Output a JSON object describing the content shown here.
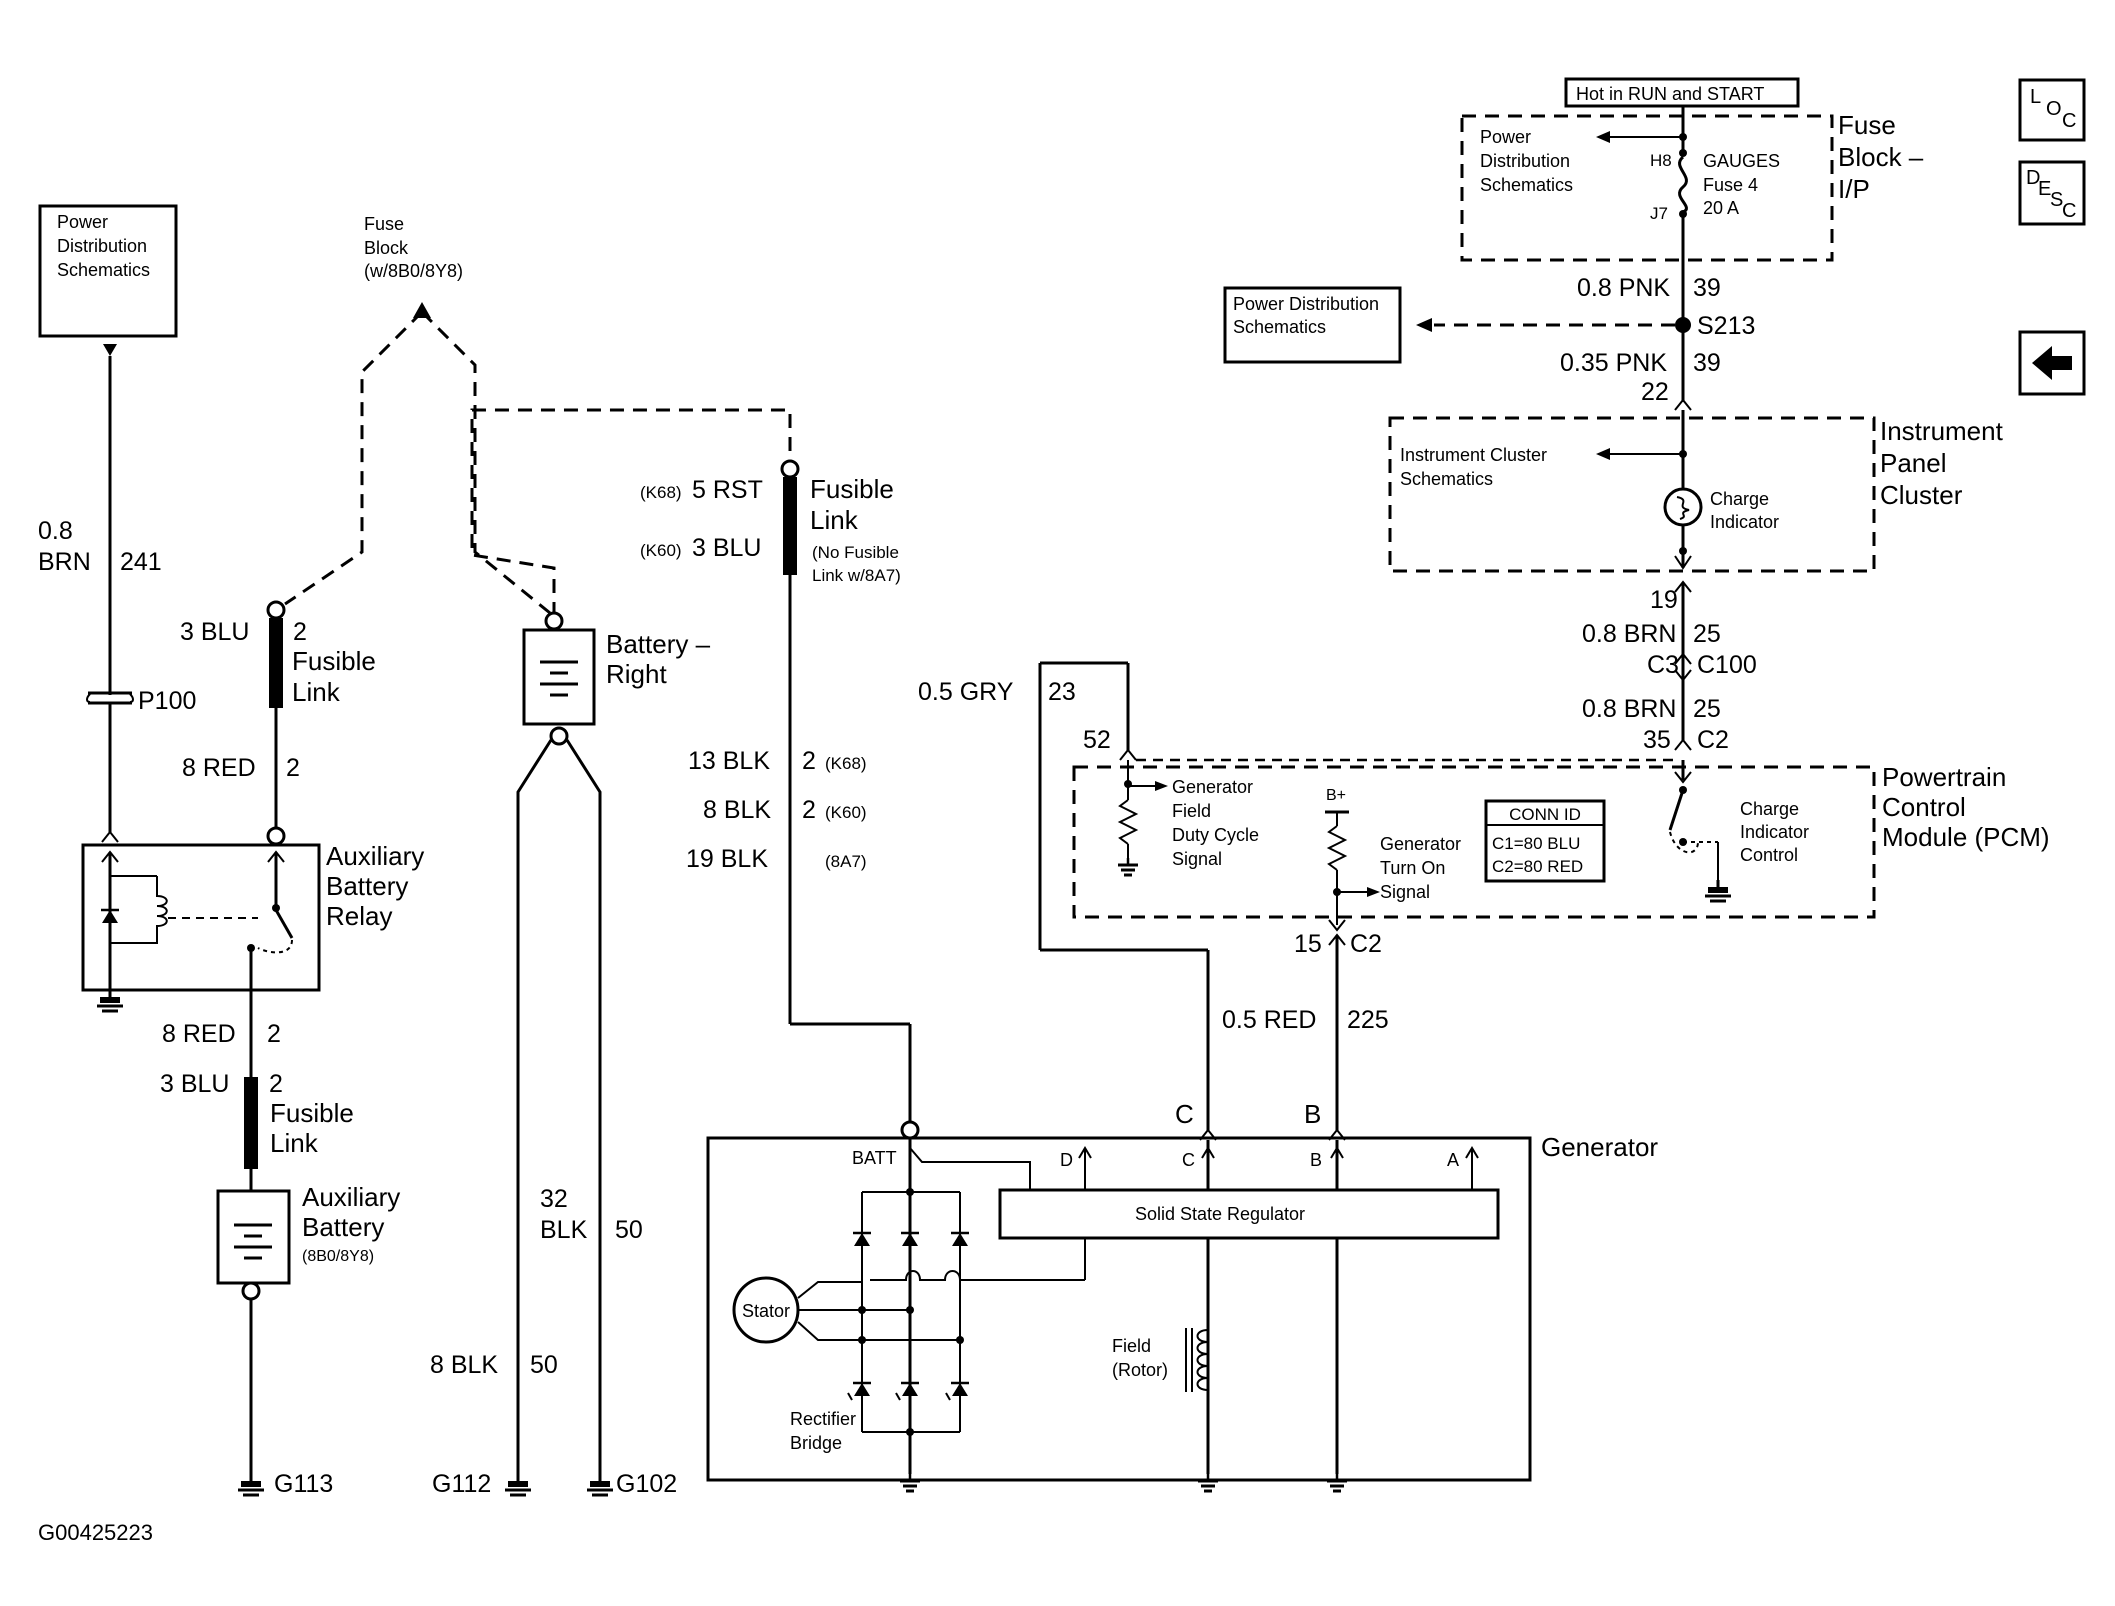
{
  "figure_id": "G00425223",
  "nav": {
    "loc": [
      "L",
      "O",
      "C"
    ],
    "desc": [
      "D",
      "E",
      "S",
      "C"
    ],
    "back_icon": "left-arrow-icon"
  },
  "fuse_block_ip": {
    "hot_label": "Hot in RUN and START",
    "title": [
      "Fuse",
      "Block –",
      "I/P"
    ],
    "pds": [
      "Power",
      "Distribution",
      "Schematics"
    ],
    "pin_top": "H8",
    "pin_bottom": "J7",
    "fuse": [
      "GAUGES",
      "Fuse 4",
      "20 A"
    ]
  },
  "splice": {
    "upper_wire": "0.8 PNK",
    "upper_circuit": "39",
    "name": "S213",
    "pds": [
      "Power Distribution",
      "Schematics"
    ],
    "lower_wire": "0.35 PNK",
    "lower_circuit": "39",
    "cluster_pin": "22"
  },
  "ipc": {
    "title": [
      "Instrument",
      "Panel",
      "Cluster"
    ],
    "schematics": [
      "Instrument Cluster",
      "Schematics"
    ],
    "indicator": [
      "Charge",
      "Indicator"
    ],
    "pin_out": "19",
    "wire1": "0.8 BRN",
    "wire1_circuit": "25",
    "conn": "C3",
    "conn_name": "C100",
    "wire2": "0.8 BRN",
    "wire2_circuit": "25",
    "pcm_pin": "35",
    "pcm_conn": "C2"
  },
  "pcm": {
    "title": [
      "Powertrain",
      "Control",
      "Module (PCM)"
    ],
    "gry_wire": "0.5 GRY",
    "gry_circuit": "23",
    "gry_pin": "52",
    "field_signal": [
      "Generator",
      "Field",
      "Duty Cycle",
      "Signal"
    ],
    "bplus": "B+",
    "turn_on": [
      "Generator",
      "Turn On",
      "Signal"
    ],
    "conn_id": [
      "CONN ID",
      "C1=80 BLU",
      "C2=80 RED"
    ],
    "charge_control": [
      "Charge",
      "Indicator",
      "Control"
    ],
    "out_pin": "15",
    "out_conn": "C2",
    "red_wire": "0.5 RED",
    "red_circuit": "225"
  },
  "left": {
    "pds": [
      "Power",
      "Distribution",
      "Schematics"
    ],
    "brn_wire": [
      "0.8",
      "BRN"
    ],
    "brn_circuit": "241",
    "connector": "P100",
    "fuse_block": [
      "Fuse",
      "Block",
      "(w/8B0/8Y8)"
    ],
    "fl1_wire": "3 BLU",
    "fl1_circuit": "2",
    "fl1_label": [
      "Fusible",
      "Link"
    ],
    "red1_wire": "8 RED",
    "red1_circuit": "2",
    "relay": [
      "Auxiliary",
      "Battery",
      "Relay"
    ],
    "red2_wire": "8 RED",
    "red2_circuit": "2",
    "fl2_wire": "3 BLU",
    "fl2_circuit": "2",
    "fl2_label": [
      "Fusible",
      "Link"
    ],
    "aux_battery": [
      "Auxiliary",
      "Battery",
      "(8B0/8Y8)"
    ],
    "ground": "G113"
  },
  "battery": {
    "name": [
      "Battery –",
      "Right"
    ],
    "blk32": [
      "32",
      "BLK"
    ],
    "blk32_circuit": "50",
    "blk8": "8 BLK",
    "blk8_circuit": "50",
    "ground_left": "G112",
    "ground_right": "G102"
  },
  "center": {
    "rst": "5 RST",
    "rst_opt": "(K68)",
    "blu": "3 BLU",
    "blu_opt": "(K60)",
    "fl_label": [
      "Fusible",
      "Link"
    ],
    "fl_note": [
      "(No Fusible",
      "Link w/8A7)"
    ],
    "blk13": "13 BLK",
    "blk13_c": "2",
    "blk13_opt": "(K68)",
    "blk8": "8 BLK",
    "blk8_c": "2",
    "blk8_opt": "(K60)",
    "blk19": "19 BLK",
    "blk19_opt": "(8A7)"
  },
  "generator": {
    "title": "Generator",
    "term_c": "C",
    "term_b": "B",
    "batt": "BATT",
    "pin_d": "D",
    "pin_c": "C",
    "pin_b": "B",
    "pin_a": "A",
    "regulator": "Solid State Regulator",
    "stator": "Stator",
    "rectifier": [
      "Rectifier",
      "Bridge"
    ],
    "field": [
      "Field",
      "(Rotor)"
    ]
  }
}
